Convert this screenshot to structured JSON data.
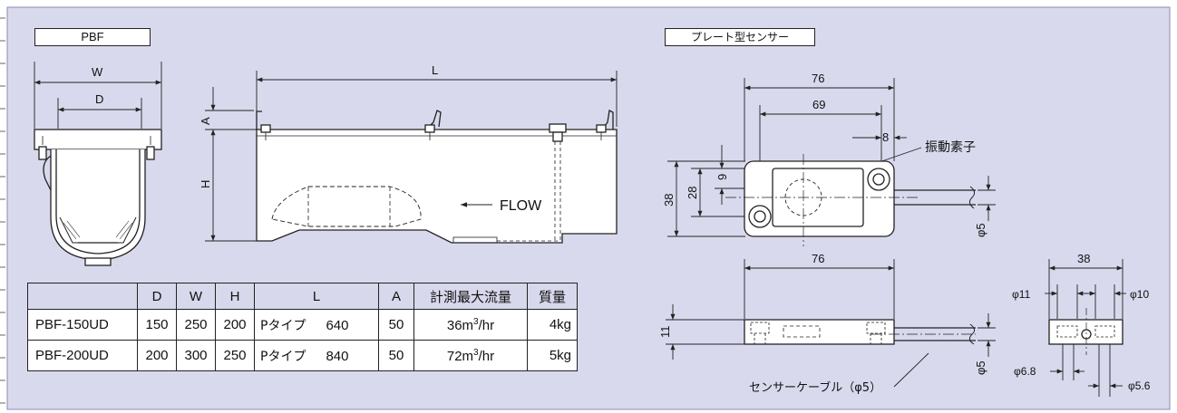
{
  "pbf_title": "PBF",
  "sensor_title": "プレート型センサー",
  "front_view": {
    "dim_w": "W",
    "dim_d": "D"
  },
  "side_view": {
    "dim_l": "L",
    "dim_a": "A",
    "dim_h": "H",
    "flow_label": "FLOW"
  },
  "sensor_top": {
    "dim_76": "76",
    "dim_69": "69",
    "dim_8": "8",
    "dim_9": "9",
    "dim_28": "28",
    "dim_38": "38",
    "dim_phi5": "φ5",
    "element_label": "振動素子"
  },
  "sensor_side": {
    "dim_76": "76",
    "dim_11": "11",
    "dim_phi5": "φ5",
    "cable_label": "センサーケーブル（φ5）"
  },
  "sensor_end": {
    "dim_38": "38",
    "dim_phi11": "φ11",
    "dim_phi10": "φ10",
    "dim_phi6_8": "φ6.8",
    "dim_phi5_6": "φ5.6"
  },
  "table": {
    "headers": [
      "",
      "D",
      "W",
      "H",
      "L",
      "A",
      "計測最大流量",
      "質量"
    ],
    "rows": [
      {
        "model": "PBF-150UD",
        "d": "150",
        "w": "250",
        "h": "200",
        "l_type": "Pタイプ",
        "l_value": "640",
        "a": "50",
        "flow_num": "36m",
        "flow_sup": "3",
        "flow_unit": "/hr",
        "mass": "4kg"
      },
      {
        "model": "PBF-200UD",
        "d": "200",
        "w": "300",
        "h": "250",
        "l_type": "Pタイプ",
        "l_value": "840",
        "a": "50",
        "flow_num": "72m",
        "flow_sup": "3",
        "flow_unit": "/hr",
        "mass": "5kg"
      }
    ]
  },
  "colors": {
    "panel_bg": "#d9d9ee",
    "body_fill": "#ffffff",
    "line": "#222222"
  }
}
